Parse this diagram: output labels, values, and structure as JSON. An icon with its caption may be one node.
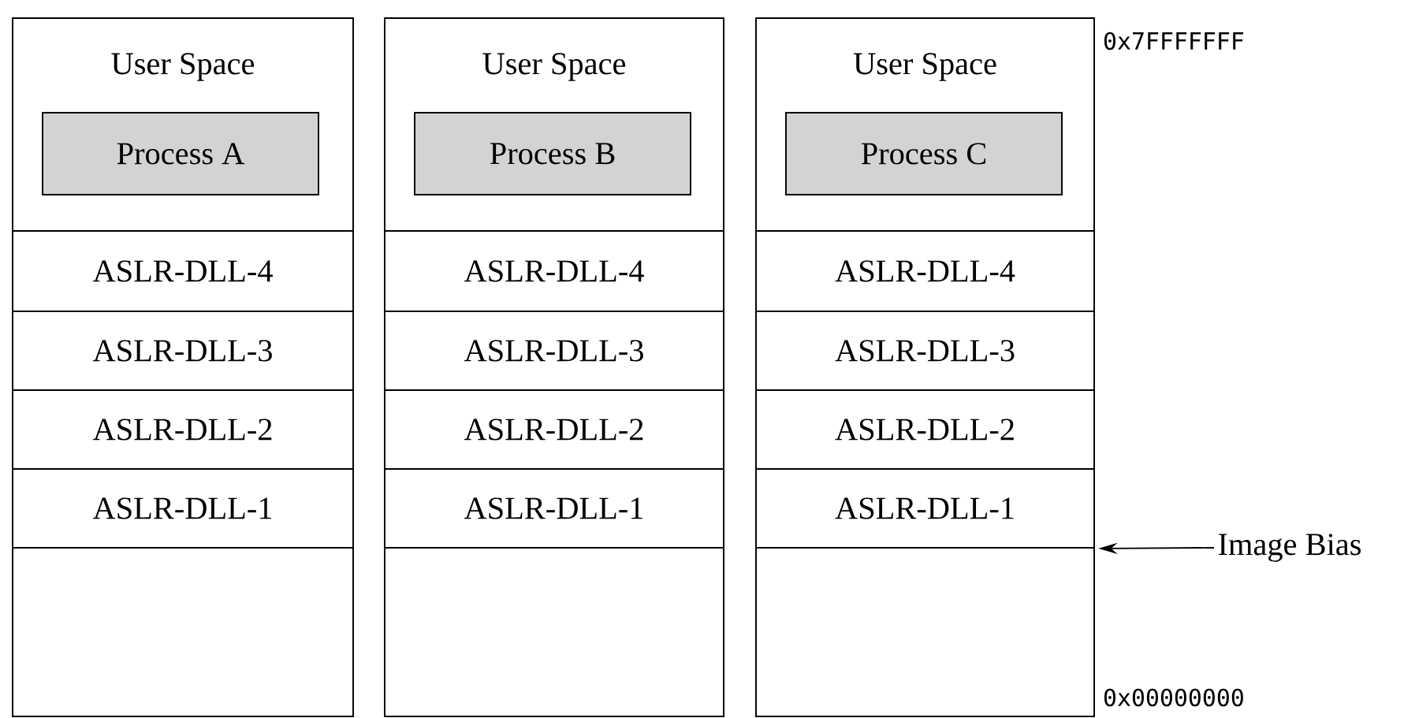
{
  "diagram": {
    "nodes": [
      {
        "text": [
          "User Space"
        ]
      },
      {
        "text": [
          "Process A"
        ],
        "in": 0
      },
      {
        "text": [
          "ASLR-DLL-4"
        ]
      },
      {
        "text": [
          "ASLR-DLL-3"
        ]
      },
      {
        "text": [
          "ASLR-DLL-2"
        ]
      },
      {
        "text": [
          "ASLR-DLL-1"
        ]
      },
      {
        "text": [],
        "shape": "box"
      },
      {
        "text": [
          "User Space"
        ]
      },
      {
        "text": [
          "Process B"
        ],
        "in": 7
      },
      {
        "text": [
          "ASLR-DLL-4"
        ]
      },
      {
        "text": [
          "ASLR-DLL-3"
        ]
      },
      {
        "text": [
          "ASLR-DLL-2"
        ]
      },
      {
        "text": [
          "ASLR-DLL-1"
        ]
      },
      {
        "text": [],
        "shape": "box"
      },
      {
        "text": [
          "User Space"
        ]
      },
      {
        "text": [
          "Process C"
        ],
        "in": 14
      },
      {
        "text": [
          "ASLR-DLL-4"
        ]
      },
      {
        "text": [
          "ASLR-DLL-3"
        ]
      },
      {
        "text": [
          "ASLR-DLL-2"
        ]
      },
      {
        "text": [
          "ASLR-DLL-1"
        ]
      },
      {
        "text": [],
        "shape": "box"
      },
      {
        "text": [
          "Image Bias"
        ]
      }
    ],
    "edges": [
      {
        "from": 21,
        "to": 19,
        "arrow": "to"
      }
    ],
    "labels": [
      "0x7FFFFFFF",
      "0x00000000"
    ]
  }
}
